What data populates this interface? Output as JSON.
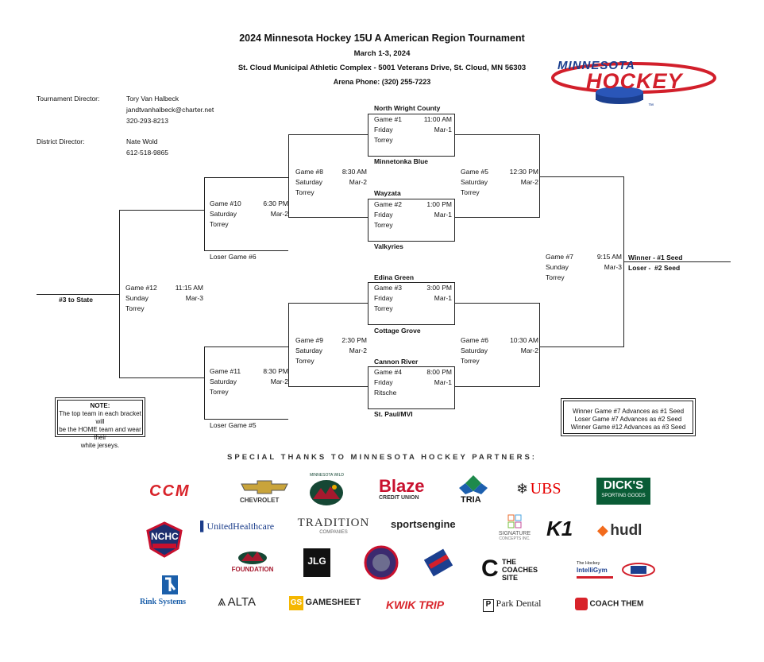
{
  "header": {
    "title": "2024 Minnesota Hockey 15U A American Region Tournament",
    "dates": "March 1-3, 2024",
    "venue": "St. Cloud Municipal Athletic Complex - 5001 Veterans Drive, St. Cloud, MN 56303",
    "phone": "Arena Phone: (320) 255-7223"
  },
  "logo": {
    "line1": "MINNESOTA",
    "line2": "HOCKEY",
    "tm": "™",
    "colors": {
      "blue": "#1b3f8f",
      "red": "#d21f2b"
    }
  },
  "contacts": {
    "tournament_label": "Tournament Director:",
    "tournament_name": "Tory Van Halbeck",
    "tournament_email": "jandtvanhalbeck@charter.net",
    "tournament_phone": "320-293-8213",
    "district_label": "District Director:",
    "district_name": "Nate Wold",
    "district_phone": "612-518-9865"
  },
  "games": {
    "g1": {
      "name": "Game #1",
      "time": "11:00 AM",
      "day": "Friday",
      "date": "Mar-1",
      "rink": "Torrey"
    },
    "g2": {
      "name": "Game #2",
      "time": "1:00 PM",
      "day": "Friday",
      "date": "Mar-1",
      "rink": "Torrey"
    },
    "g3": {
      "name": "Game #3",
      "time": "3:00 PM",
      "day": "Friday",
      "date": "Mar-1",
      "rink": "Torrey"
    },
    "g4": {
      "name": "Game #4",
      "time": "8:00 PM",
      "day": "Friday",
      "date": "Mar-1",
      "rink": "Ritsche"
    },
    "g5": {
      "name": "Game #5",
      "time": "12:30 PM",
      "day": "Saturday",
      "date": "Mar-2",
      "rink": "Torrey"
    },
    "g6": {
      "name": "Game #6",
      "time": "10:30 AM",
      "day": "Saturday",
      "date": "Mar-2",
      "rink": "Torrey"
    },
    "g7": {
      "name": "Game #7",
      "time": "9:15 AM",
      "day": "Sunday",
      "date": "Mar-3",
      "rink": "Torrey"
    },
    "g8": {
      "name": "Game #8",
      "time": "8:30 AM",
      "day": "Saturday",
      "date": "Mar-2",
      "rink": "Torrey"
    },
    "g9": {
      "name": "Game #9",
      "time": "2:30 PM",
      "day": "Saturday",
      "date": "Mar-2",
      "rink": "Torrey"
    },
    "g10": {
      "name": "Game #10",
      "time": "6:30 PM",
      "day": "Saturday",
      "date": "Mar-2",
      "rink": "Torrey"
    },
    "g11": {
      "name": "Game #11",
      "time": "8:30 PM",
      "day": "Saturday",
      "date": "Mar-2",
      "rink": "Torrey"
    },
    "g12": {
      "name": "Game #12",
      "time": "11:15 AM",
      "day": "Sunday",
      "date": "Mar-3",
      "rink": "Torrey"
    }
  },
  "teams": {
    "north_wright": "North Wright County",
    "minnetonka": "Minnetonka Blue",
    "wayzata": "Wayzata",
    "valkyries": "Valkyries",
    "edina": "Edina Green",
    "cottage": "Cottage Grove",
    "cannon": "Cannon River",
    "stpaul": "St. Paul/MVI"
  },
  "labels": {
    "loser6": "Loser Game #6",
    "loser5": "Loser Game #5",
    "state": "#3 to State",
    "winner": "Winner - #1 Seed",
    "loser": "Loser -  #2 Seed"
  },
  "note": {
    "title": "NOTE:",
    "l1": "The top team in each bracket will",
    "l2": "be the HOME team and wear their",
    "l3": "white jerseys."
  },
  "advance": {
    "l1": "Winner Game #7 Advances as #1 Seed",
    "l2": "Loser Game #7 Advances as #2 Seed",
    "l3": "Winner Game #12 Advances as #3 Seed"
  },
  "partners": {
    "heading": "SPECIAL THANKS TO MINNESOTA HOCKEY PARTNERS:",
    "ccm": "CCM",
    "chevrolet": "CHEVROLET",
    "wild": "MINNESOTA WILD",
    "blaze": "Blaze",
    "blaze_sub": "CREDIT UNION",
    "tria": "TRIA",
    "ubs": "UBS",
    "dicks": "DICK'S",
    "dicks_sub": "SPORTING GOODS",
    "nchc": "NCHC",
    "uhc": "UnitedHealthcare",
    "tradition": "TRADITION",
    "tradition_sub": "COMPANIES",
    "sportsengine": "sportsengine",
    "signature": "SIGNATURE",
    "signature_sub": "CONCEPTS INC.",
    "k1": "K1",
    "hudl": "hudl",
    "foundation": "FOUNDATION",
    "jlg": "JLG",
    "coaches1": "THE",
    "coaches2": "COACHES",
    "coaches3": "SITE",
    "intelligym1": "The Hockey",
    "intelligym2": "IntelliGym",
    "rink": "Rink Systems",
    "alta": "ALTA",
    "gamesheet": "GAMESHEET",
    "kwiktrip": "KWIK TRIP",
    "parkdental": "Park Dental",
    "coachthem": "COACH THEM"
  }
}
